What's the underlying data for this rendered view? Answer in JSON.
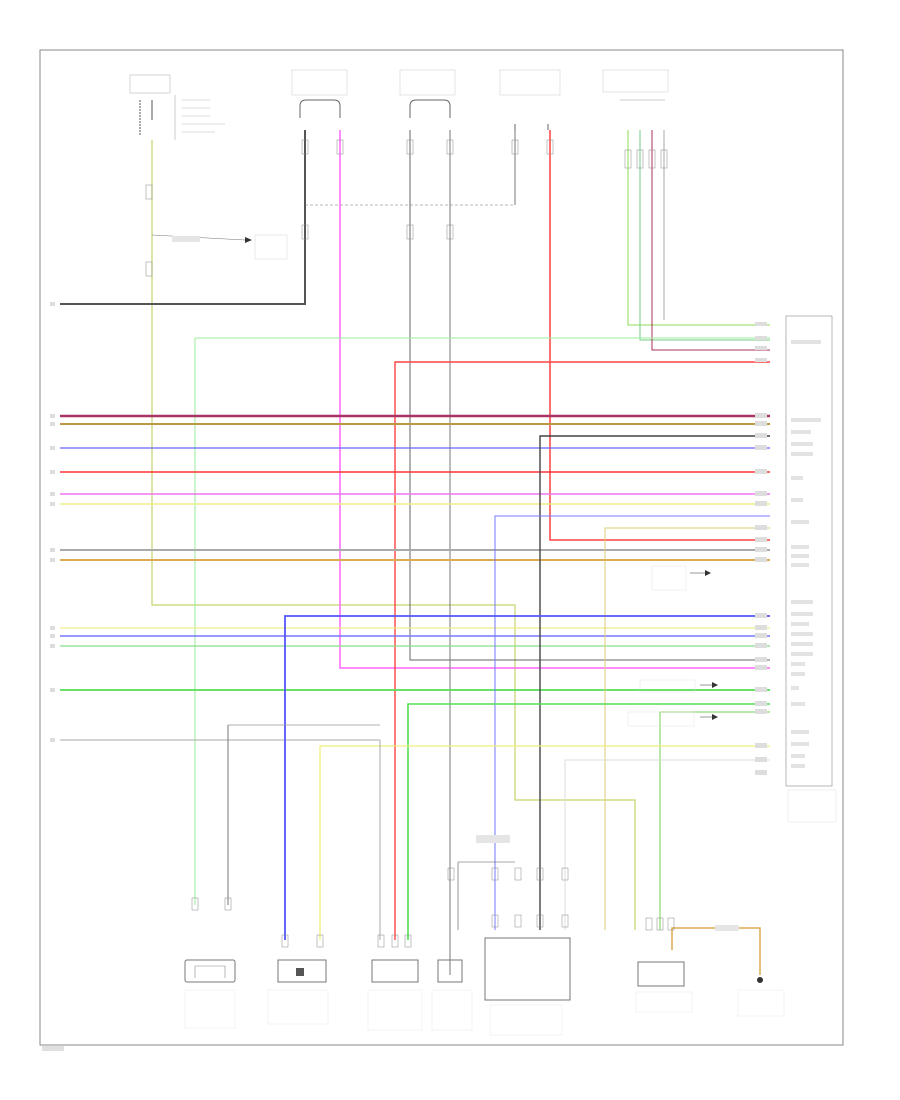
{
  "diagram": {
    "footer_code": "",
    "top_components": [
      {
        "id": "ignition",
        "label": ""
      },
      {
        "id": "pos_sensor_1",
        "label": ""
      },
      {
        "id": "pos_sensor_2",
        "label": ""
      },
      {
        "id": "pos_sensor_3",
        "label": ""
      },
      {
        "id": "pressure_sensor",
        "label": ""
      }
    ],
    "bottom_components": [
      {
        "id": "bc1",
        "label": ""
      },
      {
        "id": "bc2",
        "label": ""
      },
      {
        "id": "bc3",
        "label": ""
      },
      {
        "id": "bc4",
        "label": ""
      },
      {
        "id": "bc5",
        "label": ""
      },
      {
        "id": "bc6",
        "label": ""
      },
      {
        "id": "bc7",
        "label": ""
      }
    ],
    "control_module": {
      "label": ""
    },
    "notes": [
      ""
    ]
  }
}
